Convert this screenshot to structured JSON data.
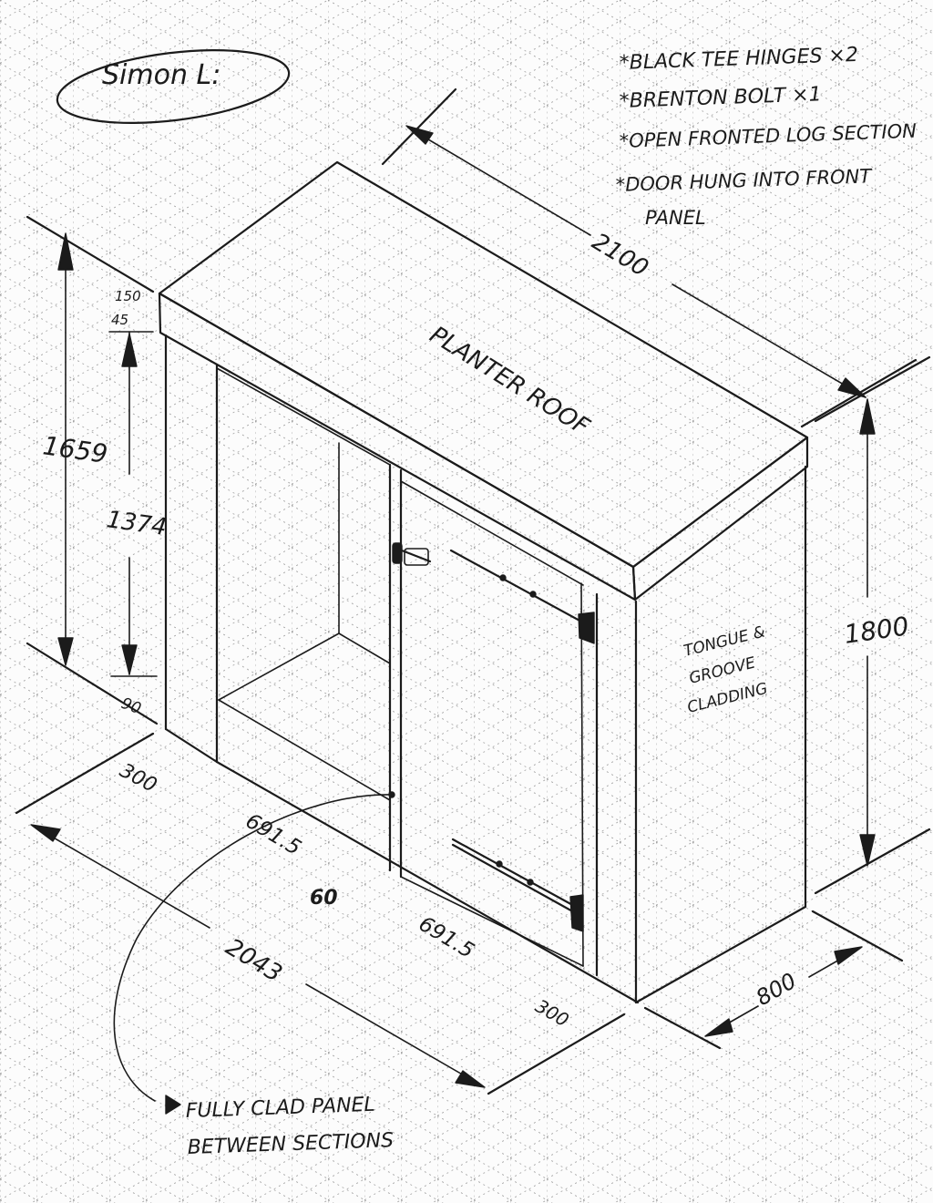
{
  "client_name": "Simon L:",
  "notes": [
    "*BLACK TEE HINGES ×2",
    "*BRENTON BOLT ×1",
    "*OPEN FRONTED LOG SECTION",
    "*DOOR HUNG INTO FRONT",
    "PANEL"
  ],
  "labels": {
    "roof": "PLANTER ROOF",
    "cladding_line1": "TONGUE &",
    "cladding_line2": "GROOVE",
    "cladding_line3": "CLADDING",
    "callout_line1": "FULLY CLAD PANEL",
    "callout_line2": "BETWEEN SECTIONS"
  },
  "dimensions": {
    "roof_length": "2100",
    "overall_height_left": "1659",
    "roof_thickness": "150",
    "roof_overhang": "45",
    "opening_height": "1374",
    "base_height": "90",
    "overall_height_right": "1800",
    "depth": "800",
    "overall_width": "2043",
    "end_panel_left": "300",
    "end_panel_right": "300",
    "section_left": "691.5",
    "section_right": "691.5",
    "divider": "60"
  }
}
